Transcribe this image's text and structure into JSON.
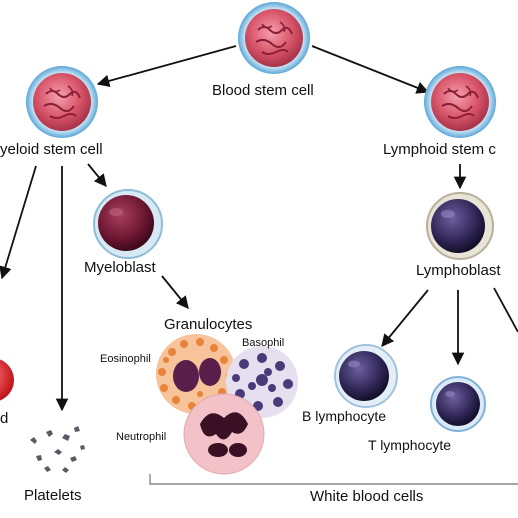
{
  "labels": {
    "blood_stem_cell": "Blood stem cell",
    "myeloid_stem_cell": "yeloid stem cell",
    "lymphoid_stem_cell": "Lymphoid stem c",
    "myeloblast": "Myeloblast",
    "lymphoblast": "Lymphoblast",
    "granulocytes": "Granulocytes",
    "eosinophil": "Eosinophil",
    "basophil": "Basophil",
    "neutrophil": "Neutrophil",
    "b_lymphocyte": "B lymphocyte",
    "t_lymphocyte": "T lymphocyte",
    "red_cell_fragment": "d",
    "platelets": "Platelets",
    "white_blood_cells": "White blood cells"
  },
  "colors": {
    "stem_cell_body": "#d9566a",
    "stem_cell_rim": "#5aa7d8",
    "blast_nucleus": "#6a1430",
    "lymphocyte_nucleus": "#2d2452",
    "eosinophil_granules": "#e8843a",
    "basophil_granules": "#4a3a7a",
    "neutrophil_body": "#f2c2c8",
    "arrow": "#111111",
    "bracket": "#888888"
  }
}
